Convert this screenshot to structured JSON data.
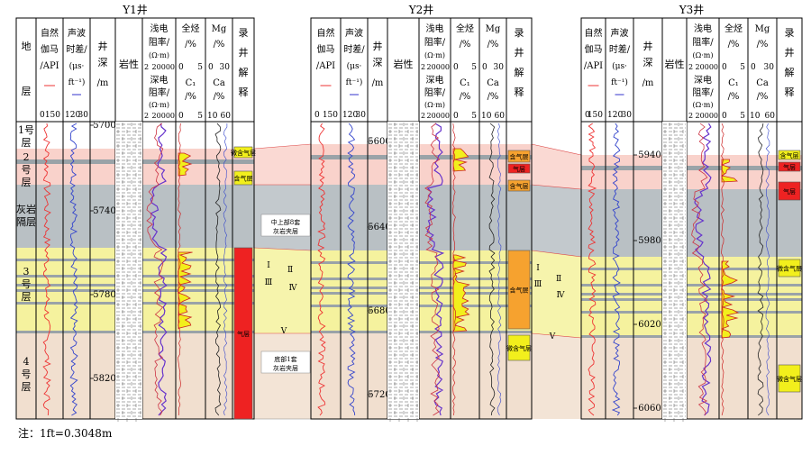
{
  "wells": [
    {
      "title": "Y1井",
      "depth_ticks": [
        "5700",
        "5740",
        "5780",
        "5820"
      ],
      "interp": [
        "微含气层",
        "含气层",
        "气层"
      ]
    },
    {
      "title": "Y2井",
      "depth_ticks": [
        "5600",
        "5640",
        "5680",
        "5720"
      ],
      "interp": [
        "含气层",
        "气层",
        "含气层",
        "含气层",
        "微含气层"
      ]
    },
    {
      "title": "Y3井",
      "depth_ticks": [
        "5940",
        "5980",
        "6020",
        "6060"
      ],
      "interp": [
        "含气层",
        "气层",
        "气层",
        "微含气层",
        "微含气层"
      ]
    }
  ],
  "headers": {
    "strata": "地层",
    "sp_gr": "自然伽马/API",
    "ac": "声波时差/(μs·ft⁻¹)",
    "depth": "井深/m",
    "lith": "岩性",
    "res": "浅电阻率/(Ω·m) 深电阻率/(Ω·m)",
    "total_gas": "全烃/% C1/%",
    "mg": "Mg/% Ca/%",
    "interp": "录井解释"
  },
  "scales": {
    "gr": [
      "0",
      "150"
    ],
    "ac": [
      "120",
      "30"
    ],
    "res": [
      "2",
      "20000"
    ],
    "gas": [
      "0",
      "5"
    ],
    "gas2": [
      "0",
      "5"
    ],
    "mg": [
      "0",
      "30"
    ],
    "ca": [
      "10",
      "60"
    ]
  },
  "strata": [
    "1号层",
    "2号层",
    "灰岩隔层",
    "3号层",
    "4号层"
  ],
  "annotations": {
    "upper": "中上部8套灰岩夹层",
    "bottom": "底部1套灰岩夹层",
    "roman": [
      "Ⅰ",
      "Ⅱ",
      "Ⅲ",
      "Ⅳ",
      "Ⅴ"
    ]
  },
  "note": "注：1ft=0.3048m",
  "colors": {
    "pink": "#f9d2cb",
    "gray": "#b9c0c4",
    "yellow": "#f5f29e",
    "tan": "#f1dfcf",
    "gas_red": "#ee2222",
    "gas_orange": "#f6a22f",
    "gas_yellow": "#f2ef1c"
  }
}
